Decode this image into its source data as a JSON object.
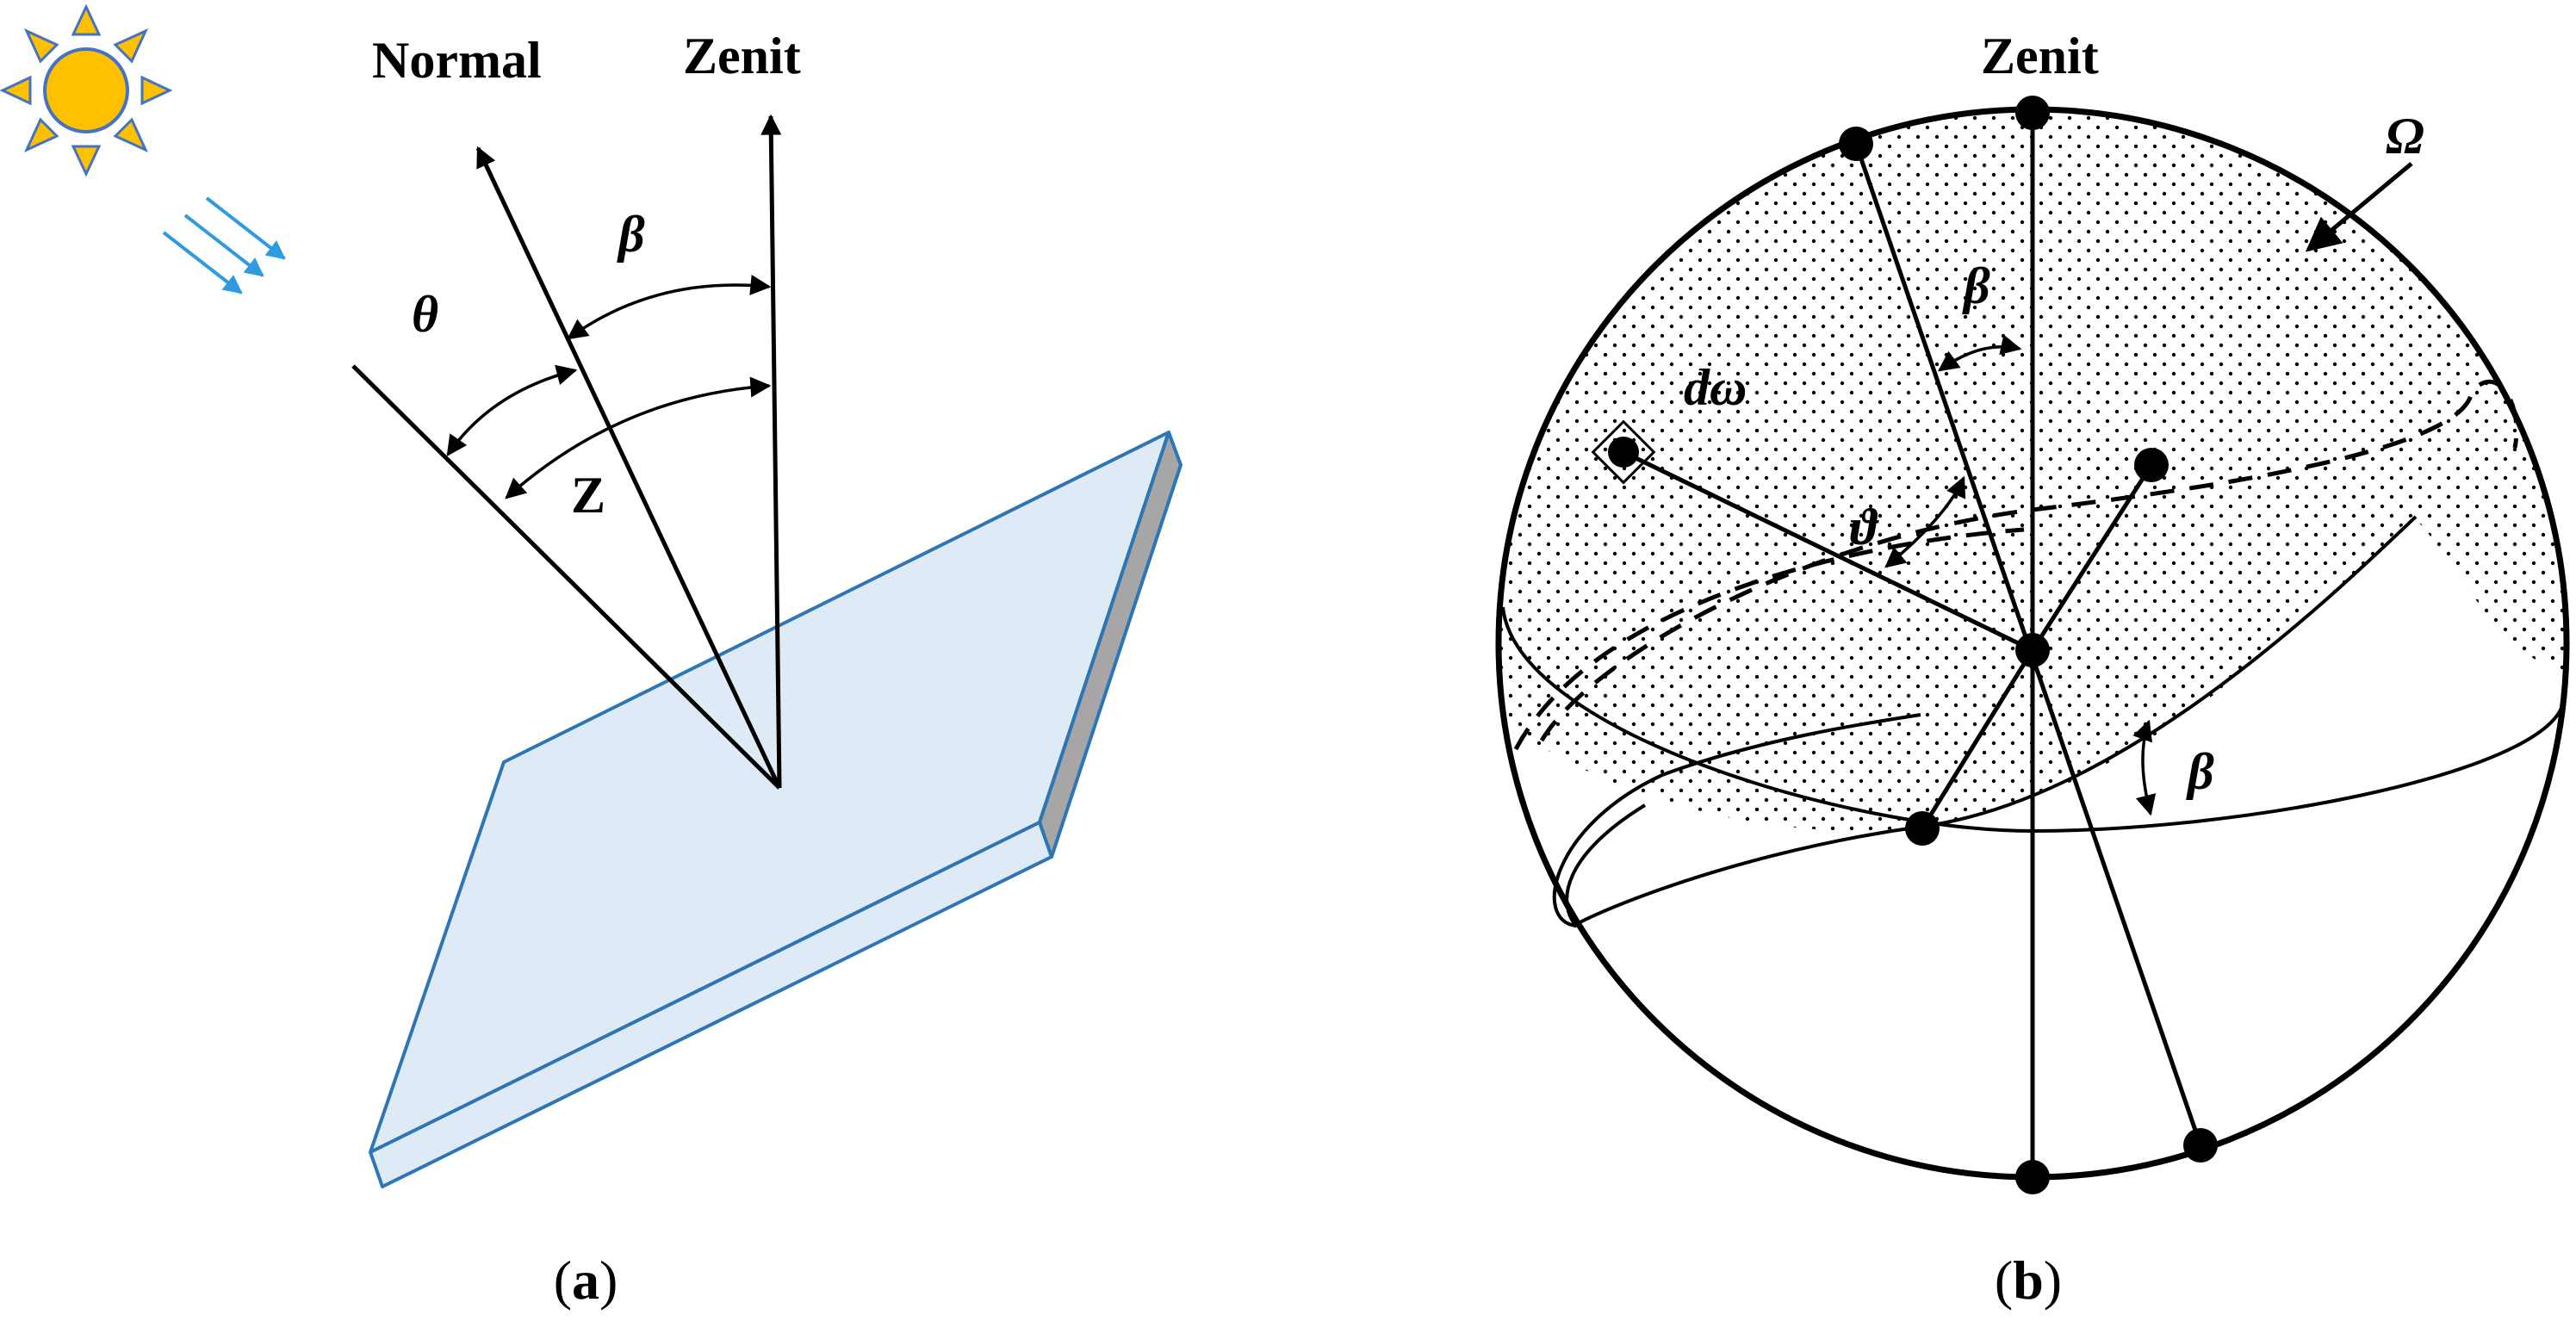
{
  "panel_a": {
    "label_normal": "Normal",
    "label_zenit": "Zenit",
    "label_theta": "θ",
    "label_beta": "β",
    "label_z": "Z",
    "caption": {
      "open": "(",
      "letter": "a",
      "close": ")"
    },
    "colors": {
      "panel_fill": "#deebf7",
      "panel_edge": "#2e75b6",
      "panel_side": "#a6a6a6",
      "sun_body": "#ffc000",
      "sun_ray": "#4472c4",
      "light_ray": "#2e9be0"
    }
  },
  "panel_b": {
    "label_zenit": "Zenit",
    "label_omega": "Ω",
    "label_domega": "dω",
    "label_beta_top": "β",
    "label_vartheta": "ϑ",
    "label_beta_right": "β",
    "caption": {
      "open": "(",
      "letter": "b",
      "close": ")"
    }
  }
}
